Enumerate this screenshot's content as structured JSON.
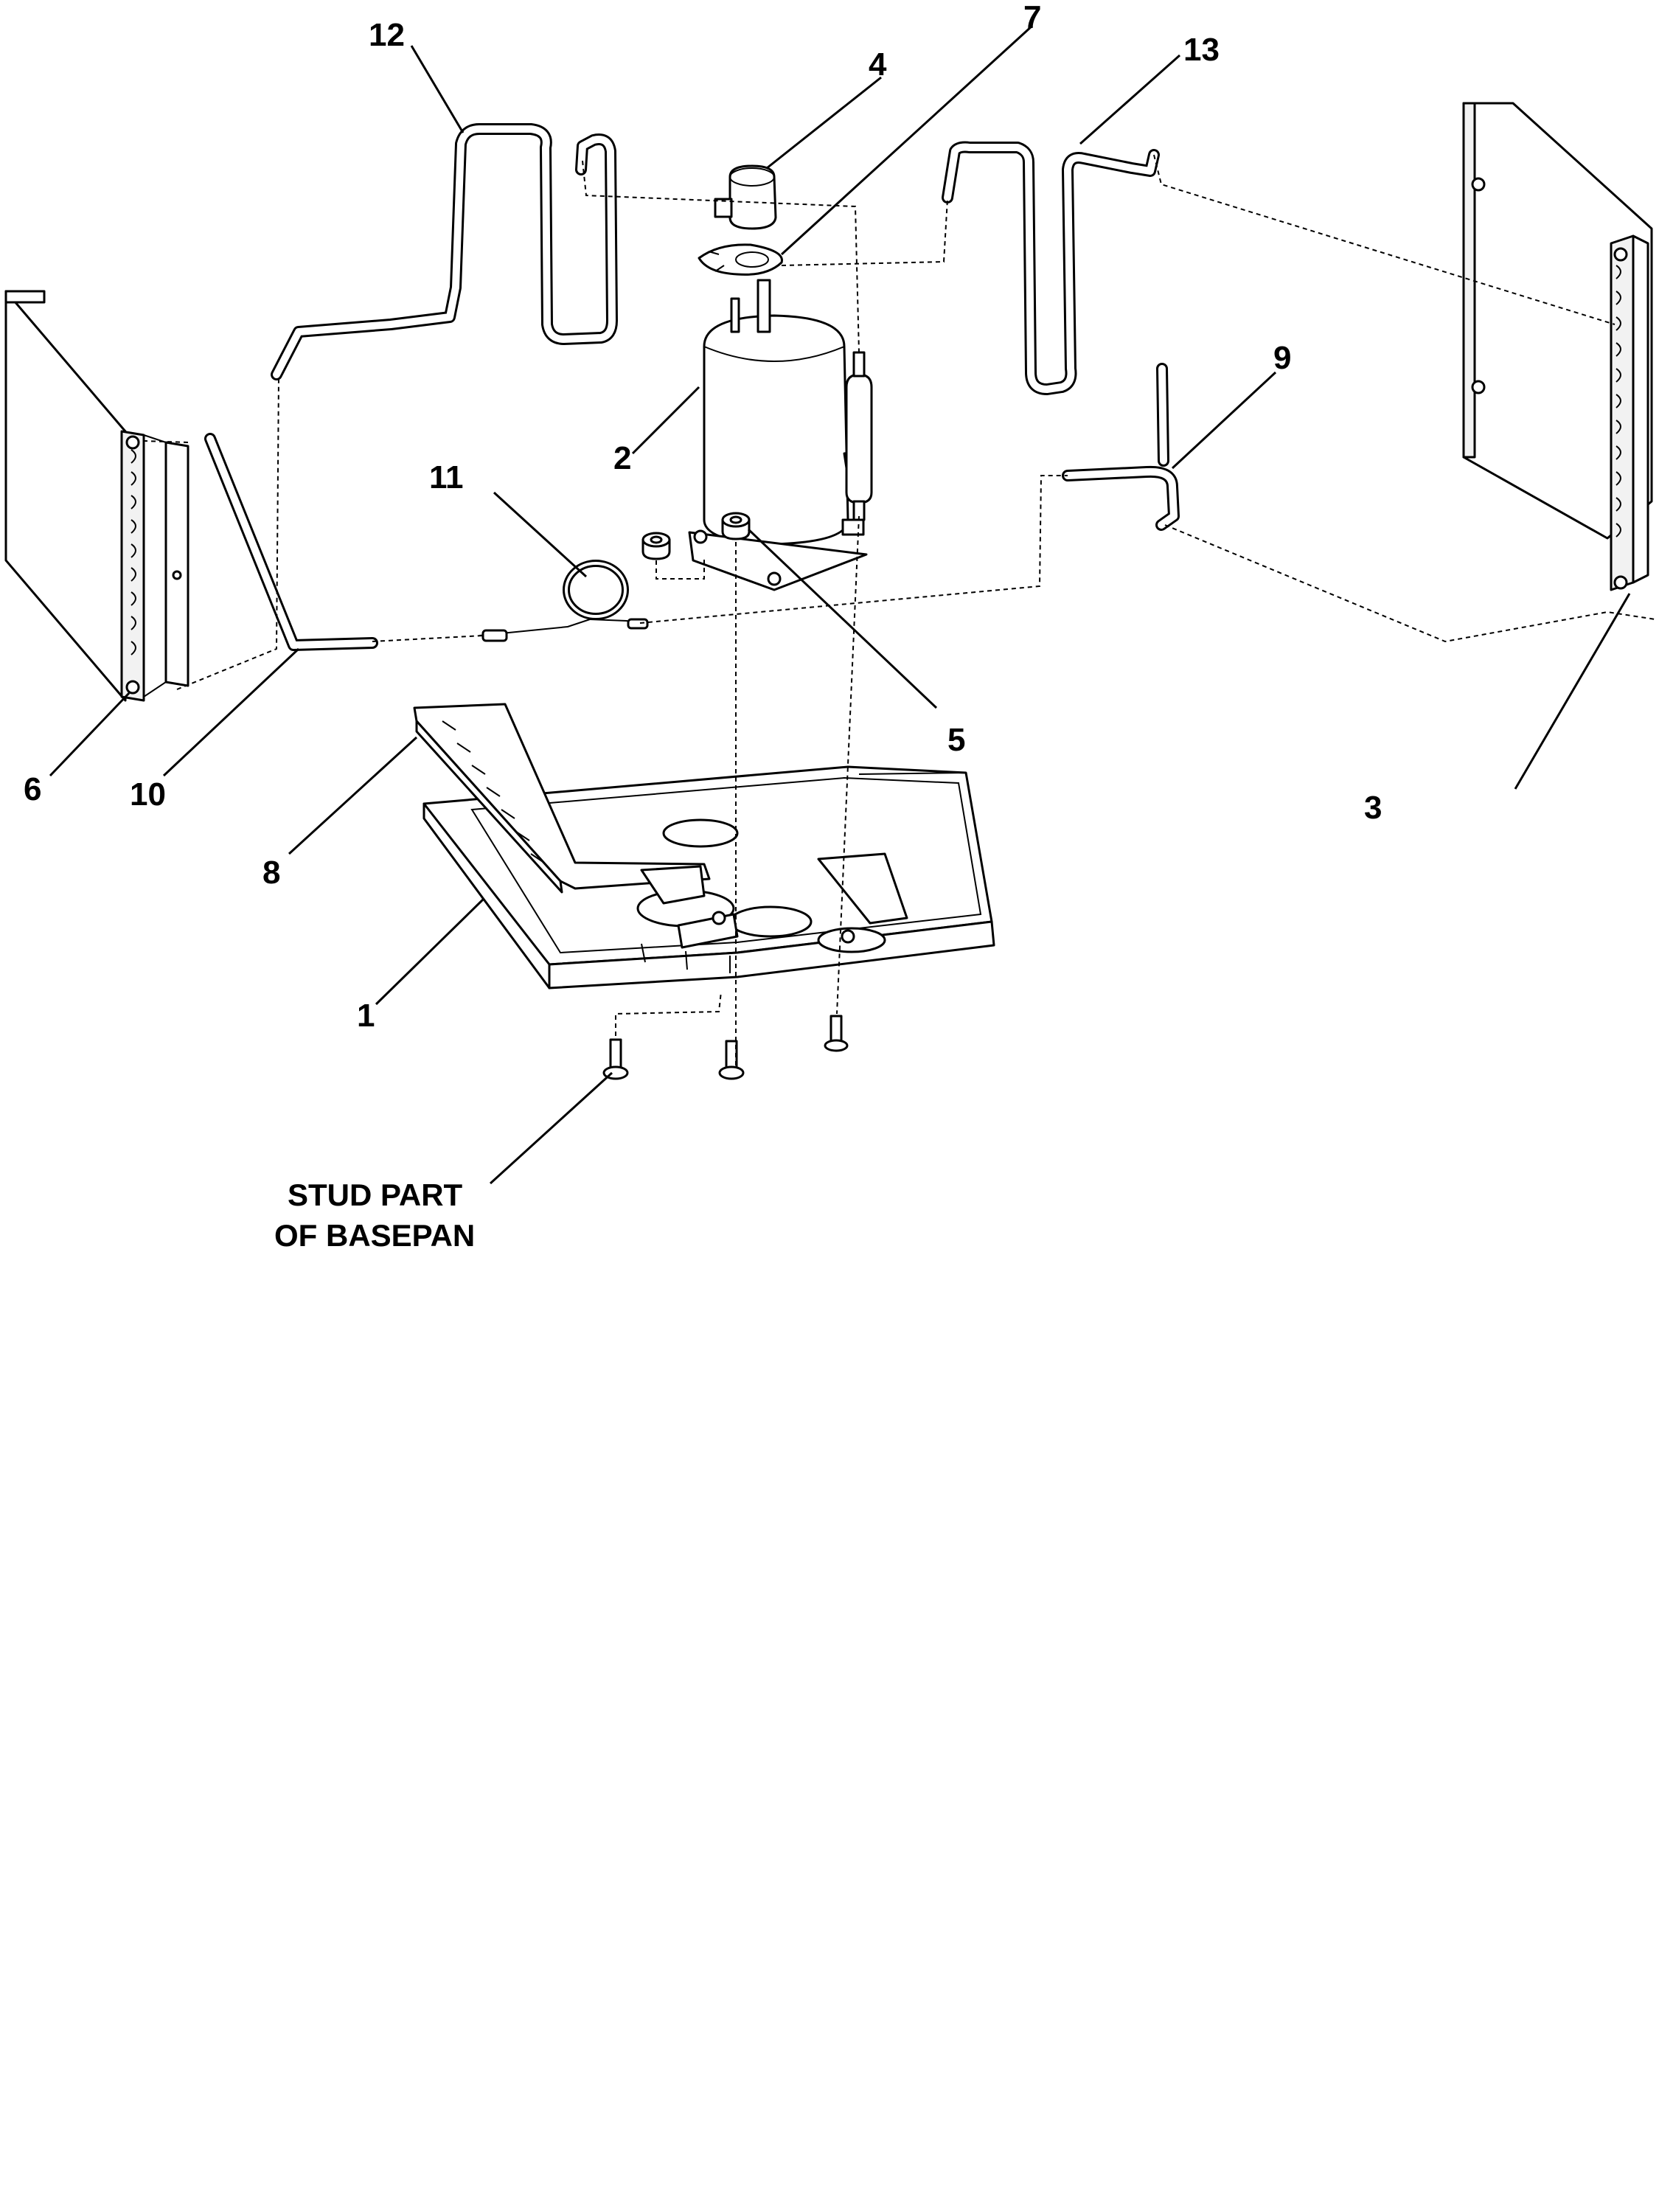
{
  "diagram": {
    "callouts": [
      {
        "id": "1",
        "label": "1"
      },
      {
        "id": "2",
        "label": "2"
      },
      {
        "id": "3",
        "label": "3"
      },
      {
        "id": "4",
        "label": "4"
      },
      {
        "id": "5",
        "label": "5"
      },
      {
        "id": "6",
        "label": "6"
      },
      {
        "id": "7",
        "label": "7"
      },
      {
        "id": "8",
        "label": "8"
      },
      {
        "id": "9",
        "label": "9"
      },
      {
        "id": "10",
        "label": "10"
      },
      {
        "id": "11",
        "label": "11"
      },
      {
        "id": "12",
        "label": "12"
      },
      {
        "id": "13",
        "label": "13"
      }
    ],
    "note": {
      "line1": "STUD PART",
      "line2": "OF BASEPAN"
    },
    "colors": {
      "ink": "#000000",
      "paper": "#ffffff"
    }
  }
}
